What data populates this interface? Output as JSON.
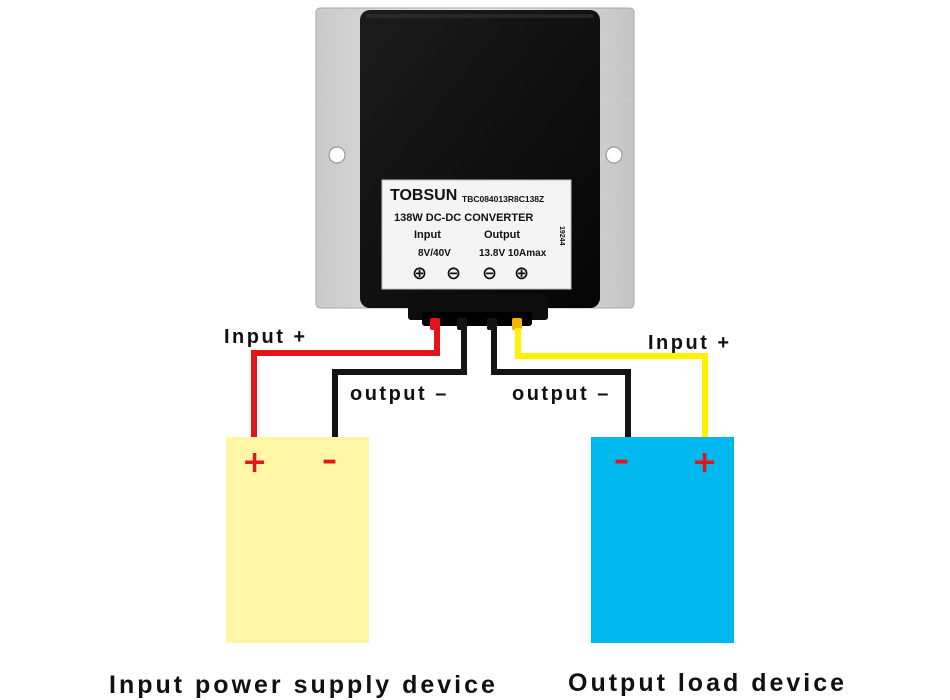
{
  "converter": {
    "brand": "TOBSUN",
    "model": "TBC084013R8C138Z",
    "title": "138W DC-DC CONVERTER",
    "input_header": "Input",
    "output_header": "Output",
    "input_rating": "8V/40V",
    "output_rating": "13.8V 10Amax",
    "side_code": "19244",
    "symbols": [
      "⊕",
      "⊖",
      "⊖",
      "⊕"
    ]
  },
  "wires": {
    "input_plus": "Input +",
    "input_minus": "output –",
    "output_minus": "output –",
    "output_plus": "Input +"
  },
  "devices": {
    "input": {
      "caption": "Input power supply device",
      "plus": "+",
      "minus": "–",
      "color": "#fff6a6"
    },
    "output": {
      "caption": "Output load device",
      "plus": "+",
      "minus": "–",
      "color": "#00b7ee"
    }
  },
  "colors": {
    "positive_in": "#e4141b",
    "negative": "#141414",
    "positive_out": "#fff200"
  }
}
